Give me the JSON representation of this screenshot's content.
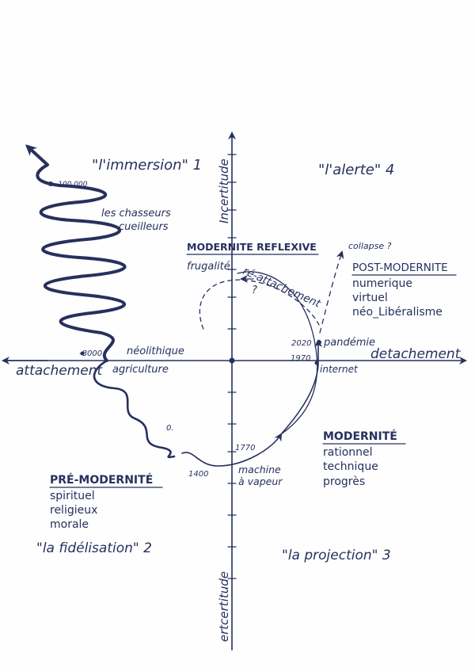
{
  "axes": {
    "x_left": "attachement",
    "x_right": "detachement",
    "y_top": "Incertitude",
    "y_bottom": "ertcertitude"
  },
  "quadrants": {
    "q1": "\"l'immersion\" 1",
    "q2": "\"la fidélisation\" 2",
    "q3": "\"la projection\" 3",
    "q4": "\"l'alerte\" 4"
  },
  "eras": {
    "reflexive": {
      "title": "MODERNITE REFLEXIVE",
      "items": [
        "frugalité"
      ]
    },
    "post": {
      "title": "POST-MODERNITE",
      "items": [
        "numerique",
        "virtuel",
        "néo_Libéralisme"
      ]
    },
    "modern": {
      "title": "MODERNITÉ",
      "items": [
        "rationnel",
        "technique",
        "progrès"
      ]
    },
    "pre": {
      "title": "PRÉ-MODERNITÉ",
      "items": [
        "spirituel",
        "religieux",
        "morale"
      ]
    }
  },
  "labels": {
    "hunters": [
      "les chasseurs",
      "cueilleurs"
    ],
    "neolithic": "néolithique",
    "agriculture": "agriculture",
    "steam": [
      "machine",
      "à vapeur"
    ],
    "pandemic": "pandémie",
    "internet": "internet",
    "collapse": "collapse ?",
    "reattach": "ré-attachement",
    "question": "?"
  },
  "years": {
    "y100000": "-100.000",
    "y8000": "-8000",
    "y0": "0.",
    "y1400": "1400",
    "y1770": "1770",
    "y1970": "1970",
    "y2020": "2020"
  },
  "colors": {
    "ink": "#27305e",
    "paper": "#fefefe"
  }
}
